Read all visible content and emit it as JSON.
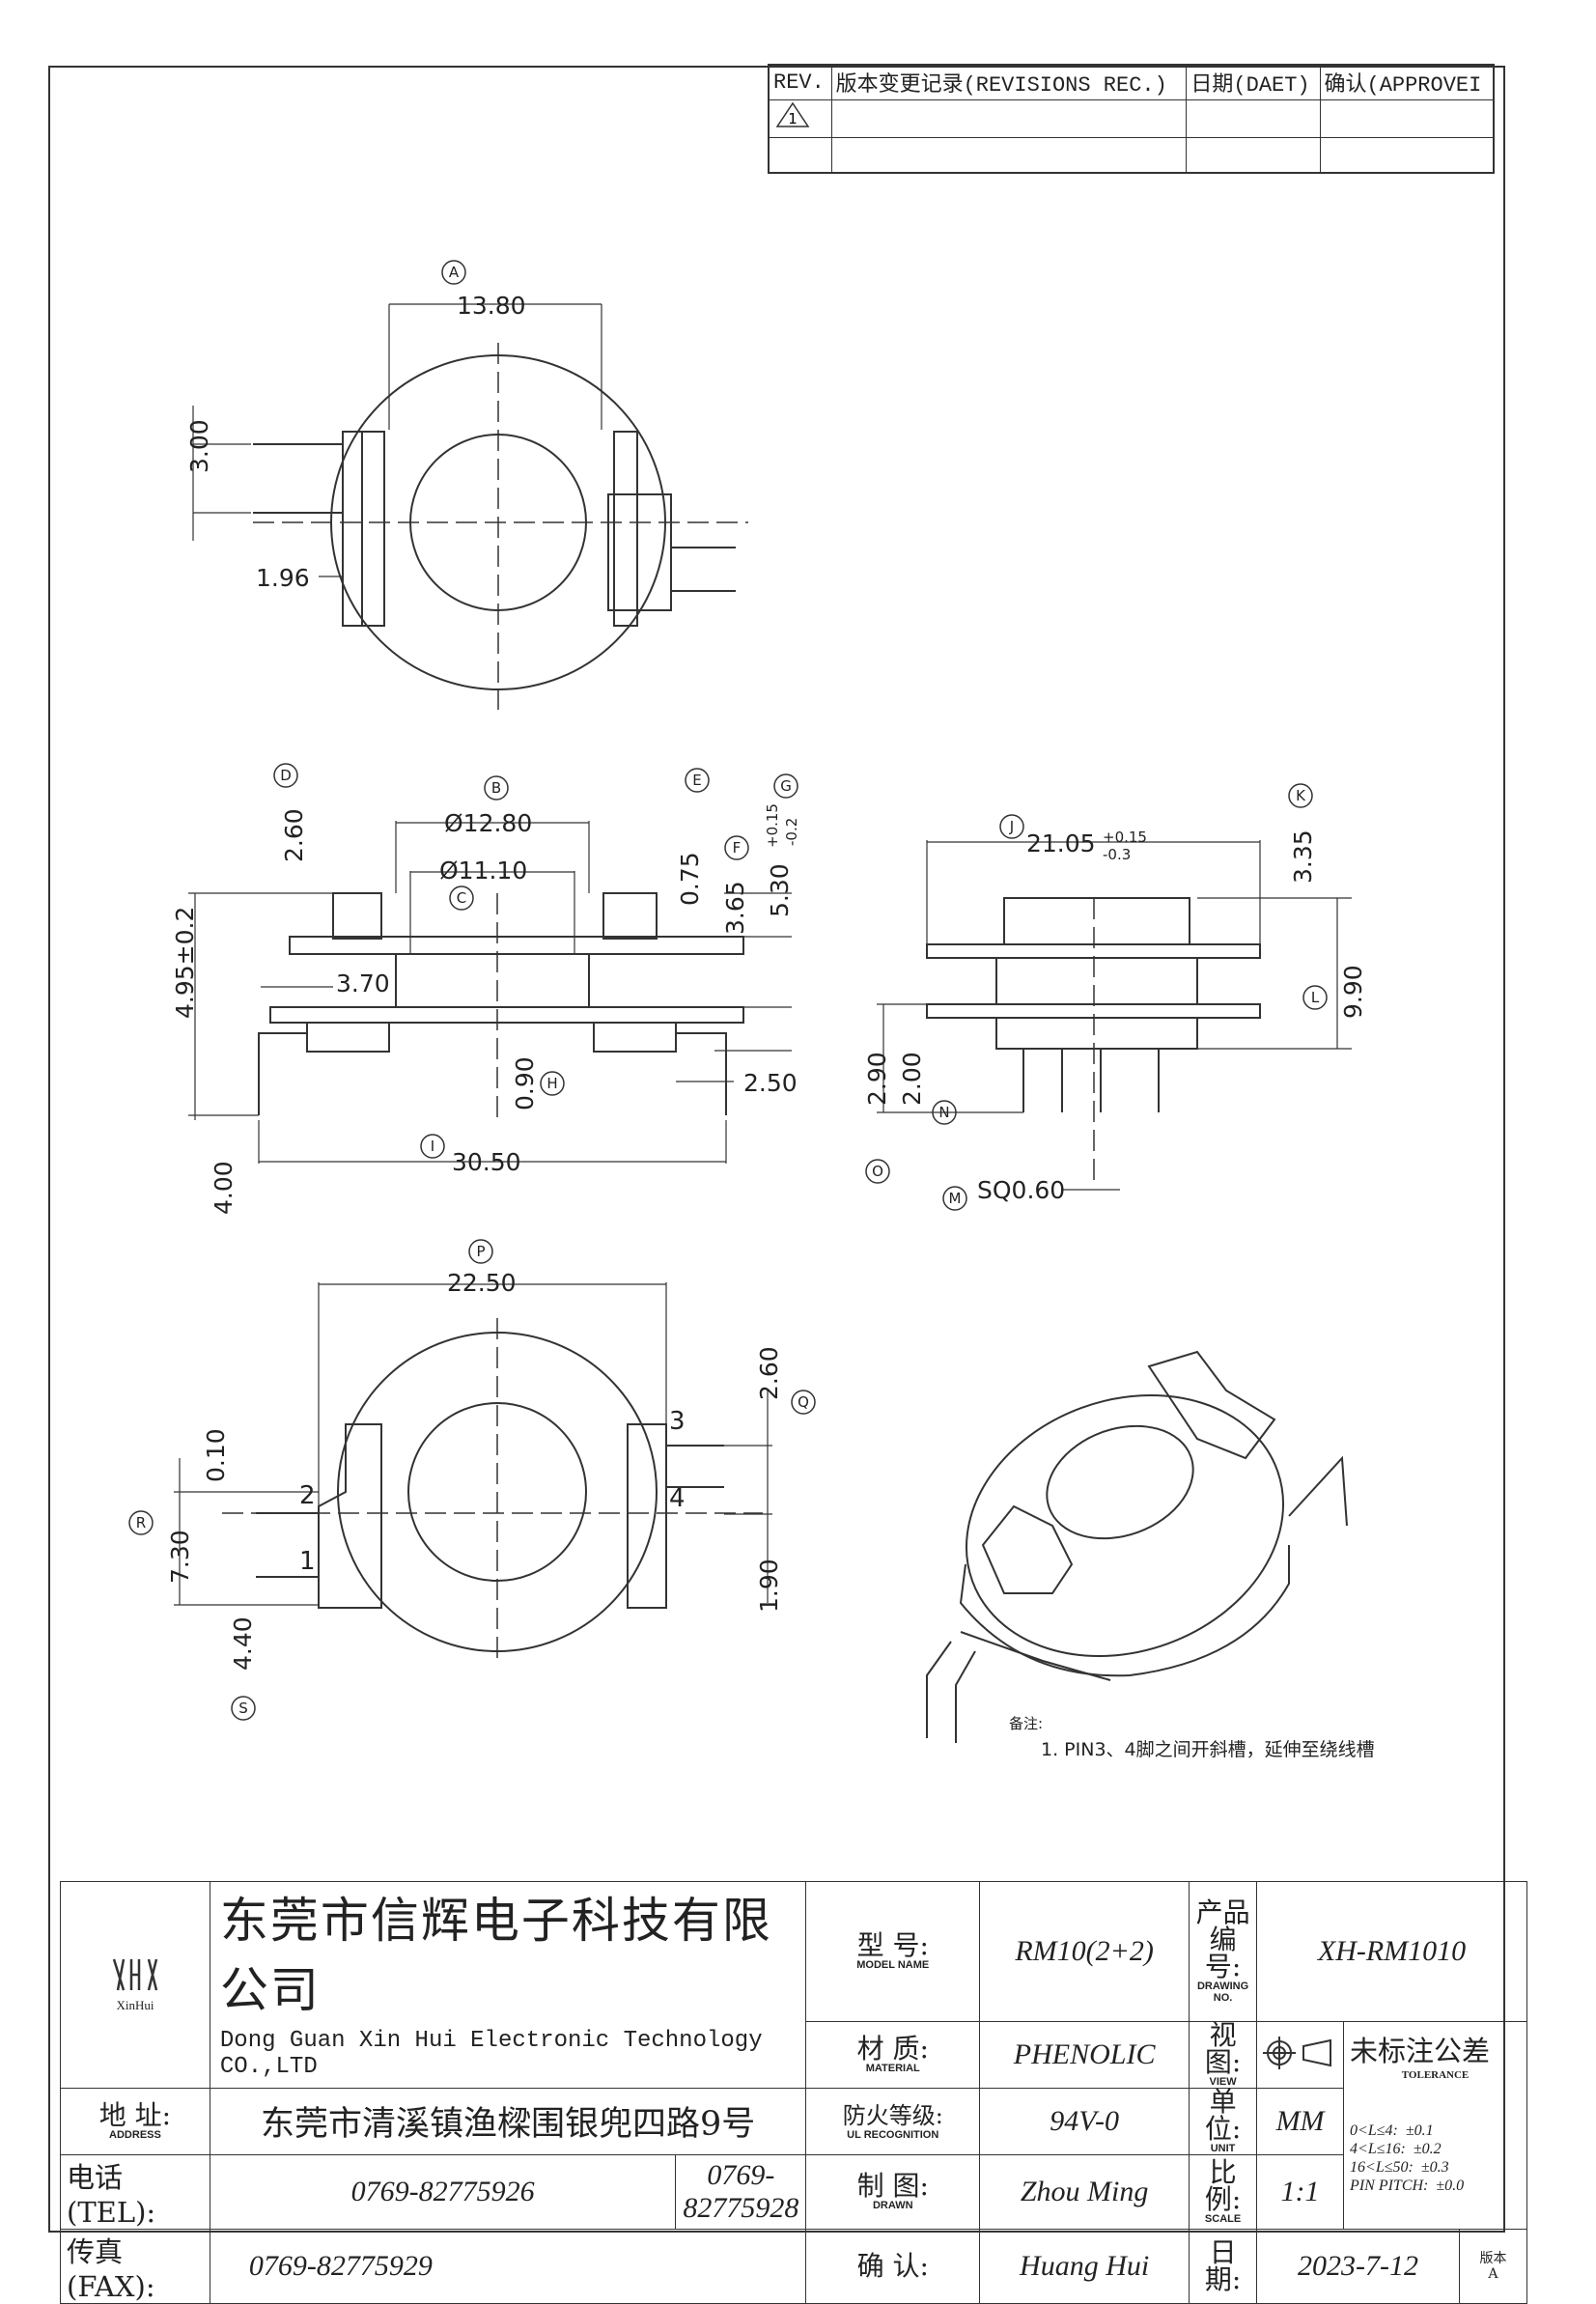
{
  "revisions": {
    "headers": [
      "REV.",
      "版本变更记录(REVISIONS REC.)",
      "日期(DAET)",
      "确认(APPROVEI"
    ],
    "rows": [
      {
        "rev": "1",
        "record": "",
        "date": "",
        "approve": ""
      }
    ]
  },
  "dimensions": {
    "A": "A",
    "B": "B",
    "C": "C",
    "D": "D",
    "E": "E",
    "F": "F",
    "G": "G",
    "H": "H",
    "I": "I",
    "J": "J",
    "K": "K",
    "L": "L",
    "M": "M",
    "N": "N",
    "O": "O",
    "P": "P",
    "Q": "Q",
    "R": "R",
    "S": "S",
    "top_width": "13.80",
    "top_pin_gap": "3.00",
    "top_pin_offset": "1.96",
    "dia_outer": "Ø12.80",
    "dia_inner": "Ø11.10",
    "d_2_60": "2.60",
    "d_0_75": "0.75",
    "d_3_65": "3.65",
    "d_5_30": "5.30",
    "d_5_30_tol_plus": "+0.15",
    "d_5_30_tol_minus": "-0.2",
    "d_4_95": "4.95±0.2",
    "d_3_70": "3.70",
    "d_0_90": "0.90",
    "d_2_50": "2.50",
    "d_30_50": "30.50",
    "d_4_00": "4.00",
    "d_21_05": "21.05",
    "d_21_05_tol_plus": "+0.15",
    "d_21_05_tol_minus": "-0.3",
    "d_3_35": "3.35",
    "d_9_90": "9.90",
    "d_2_90": "2.90",
    "d_2_00": "2.00",
    "pin_sq": "SQ0.60",
    "bottom_width": "22.50",
    "b_2_60": "2.60",
    "b_0_10": "0.10",
    "b_7_30": "7.30",
    "b_4_40": "4.40",
    "b_1_90": "1.90",
    "pin1": "1",
    "pin2": "2",
    "pin3": "3",
    "pin4": "4"
  },
  "notes": {
    "title": "备注:",
    "item1": "1. PIN3、4脚之间开斜槽，延伸至绕线槽"
  },
  "title_block": {
    "logo_text": "XinHui",
    "company_cn": "东莞市信辉电子科技有限公司",
    "company_en": "Dong Guan Xin Hui Electronic Technology CO.,LTD",
    "address_label": "地  址:",
    "address_label_en": "ADDRESS",
    "address": "东莞市清溪镇渔樑围银兜四路9号",
    "tel_label": "电话(TEL):",
    "tel1": "0769-82775926",
    "tel2": "0769-82775928",
    "fax_label": "传真(FAX):",
    "fax": "0769-82775929",
    "model_label": "型  号:",
    "model_label_en": "MODEL NAME",
    "model": "RM10(2+2)",
    "material_label": "材  质:",
    "material_label_en": "MATERIAL",
    "material": "PHENOLIC",
    "ul_label": "防火等级:",
    "ul_label_en": "UL RECOGNITION",
    "ul": "94V-0",
    "drawn_label": "制  图:",
    "drawn_label_en": "DRAWN",
    "drawn": "Zhou Ming",
    "confirm_label": "确  认:",
    "confirm": "Huang Hui",
    "drawing_no_label": "产品编号:",
    "drawing_no_label_en": "DRAWING NO.",
    "drawing_no": "XH-RM1010",
    "view_label": "视  图:",
    "view_label_en": "VIEW",
    "unit_label": "单  位:",
    "unit_label_en": "UNIT",
    "unit": "MM",
    "scale_label": "比  例:",
    "scale_label_en": "SCALE",
    "scale": "1:1",
    "date_label": "日  期:",
    "date": "2023-7-12",
    "version_label": "版本",
    "version": "A",
    "tolerance_label": "未标注公差",
    "tolerance_label_en": "TOLERANCE",
    "tolerances": [
      {
        "range": "0<L≤4:",
        "value": "±0.1"
      },
      {
        "range": "4<L≤16:",
        "value": "±0.2"
      },
      {
        "range": "16<L≤50:",
        "value": "±0.3"
      },
      {
        "range": "PIN PITCH:",
        "value": "±0.0"
      }
    ]
  }
}
